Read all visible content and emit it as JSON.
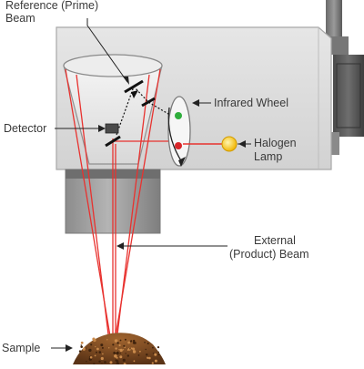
{
  "labels": {
    "reference_line1": "Reference (Prime)",
    "reference_line2": "Beam",
    "detector": "Detector",
    "infrared_wheel": "Infrared Wheel",
    "halogen_line1": "Halogen",
    "halogen_line2": "Lamp",
    "external_line1": "External",
    "external_line2": "(Product) Beam",
    "sample": "Sample"
  },
  "colors": {
    "housing": "#dcdcdc",
    "housing_edge": "#a8a8a8",
    "dark_metal": "#5a5a5a",
    "beam_red": "#e8322f",
    "lamp_yellow": "#f7c51e",
    "filter_green": "#2fae3c",
    "filter_red": "#d8262a",
    "soil_brown": "#7a4a26",
    "text": "#3a3a3a"
  }
}
